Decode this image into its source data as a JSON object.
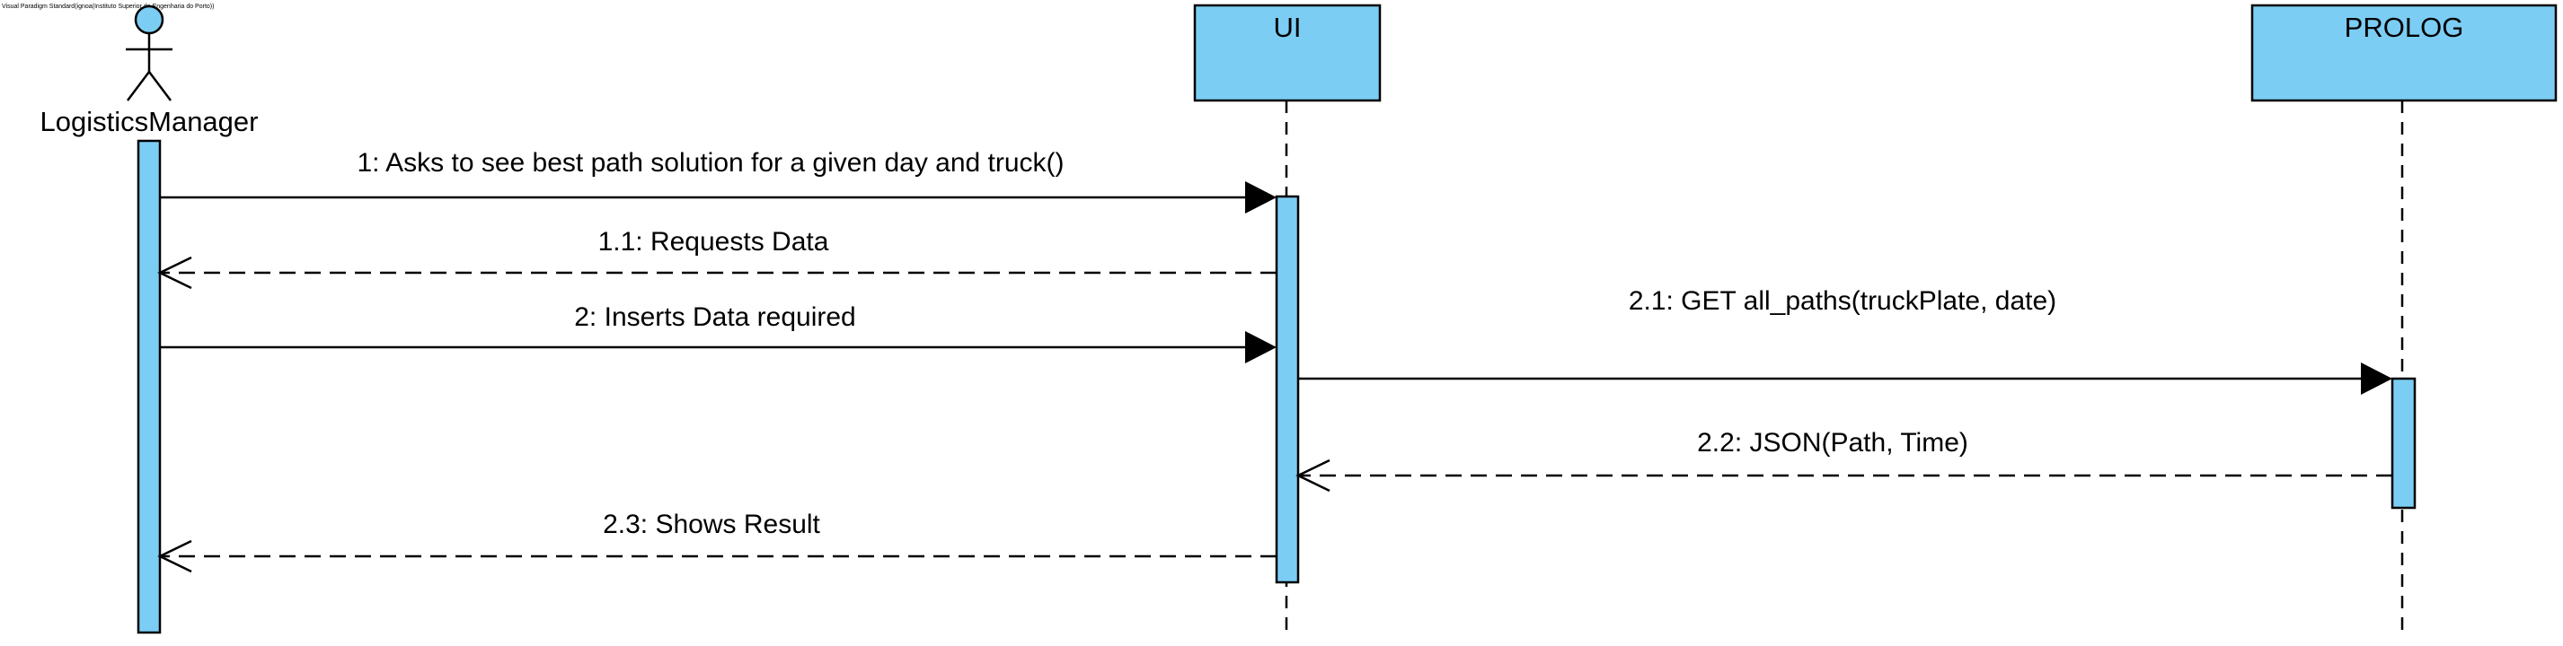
{
  "watermark": "Visual Paradigm Standard(ignoa(Instituto Superior de Engenharia do Porto))",
  "actor": {
    "name": "LogisticsManager"
  },
  "participants": {
    "ui": {
      "name": "UI"
    },
    "prolog": {
      "name": "PROLOG"
    }
  },
  "messages": [
    {
      "id": "1",
      "label": "1: Asks to see best path solution for a given day and truck()",
      "from": "LogisticsManager",
      "to": "UI",
      "kind": "sync"
    },
    {
      "id": "1.1",
      "label": "1.1: Requests Data",
      "from": "UI",
      "to": "LogisticsManager",
      "kind": "return"
    },
    {
      "id": "2",
      "label": "2: Inserts Data required",
      "from": "LogisticsManager",
      "to": "UI",
      "kind": "sync"
    },
    {
      "id": "2.1",
      "label": "2.1: GET all_paths(truckPlate, date)",
      "from": "UI",
      "to": "PROLOG",
      "kind": "sync"
    },
    {
      "id": "2.2",
      "label": "2.2: JSON(Path, Time)",
      "from": "PROLOG",
      "to": "UI",
      "kind": "return"
    },
    {
      "id": "2.3",
      "label": "2.3: Shows Result",
      "from": "UI",
      "to": "LogisticsManager",
      "kind": "return"
    }
  ],
  "colors": {
    "fill": "#7ccdf4",
    "stroke": "#000000"
  }
}
